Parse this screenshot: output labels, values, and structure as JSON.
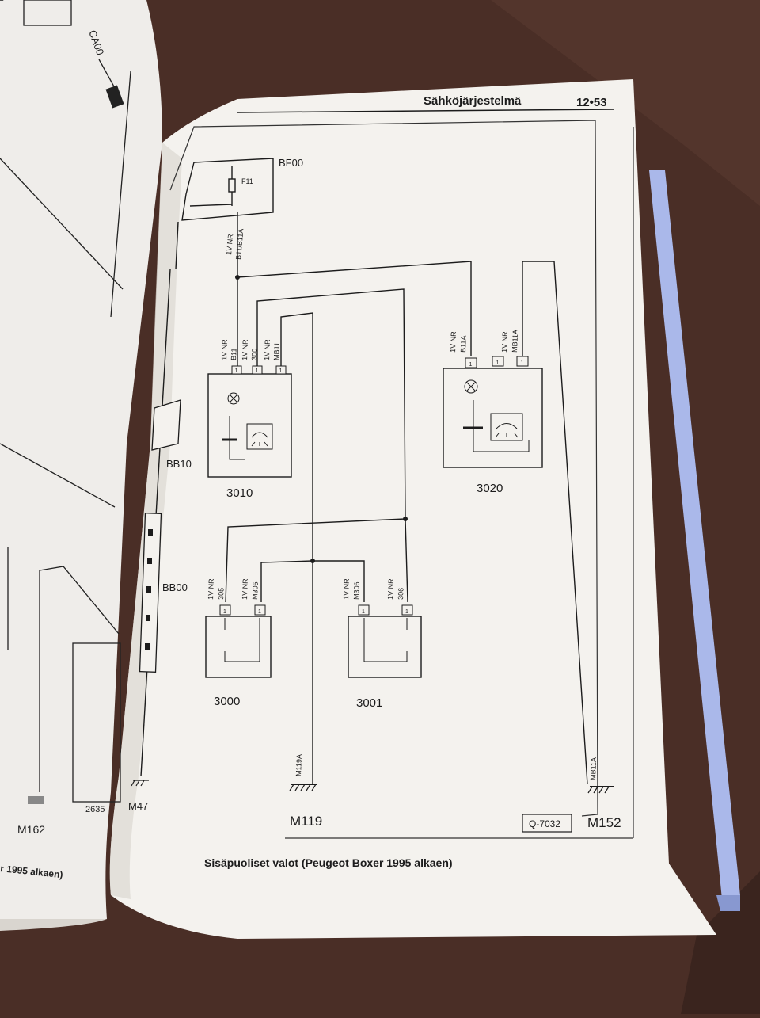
{
  "page": {
    "header_title": "Sähköjärjestelmä",
    "page_number": "12•53",
    "caption": "Sisäpuoliset valot (Peugeot Boxer 1995 alkaen)",
    "figure_ref": "Q-7032"
  },
  "components": {
    "fuse_box": "BF00",
    "fuse": "F11",
    "connector_bb10": "BB10",
    "connector_bb00": "BB00",
    "lamp_3010": "3010",
    "lamp_3020": "3020",
    "switch_3000": "3000",
    "switch_3001": "3001"
  },
  "grounds": {
    "m47": "M47",
    "m119": "M119",
    "m152": "M152",
    "m119a": "M119A",
    "mb11a": "MB11A"
  },
  "wires": {
    "fuse_out_a": "1V NR",
    "fuse_out_b": "B11/B11A",
    "lamp3010_w1a": "1V NR",
    "lamp3010_w1b": "B11",
    "lamp3010_w2a": "1V NR",
    "lamp3010_w2b": "300",
    "lamp3010_w3a": "1V NR",
    "lamp3010_w3b": "MB11",
    "lamp3020_w1a": "1V NR",
    "lamp3020_w1b": "B11A",
    "lamp3020_w2a": "1V NR",
    "lamp3020_w2b": "MB11A",
    "sw3000_w1a": "1V NR",
    "sw3000_w1b": "305",
    "sw3000_w2a": "1V NR",
    "sw3000_w2b": "M305",
    "sw3001_w1a": "1V NR",
    "sw3001_w1b": "M306",
    "sw3001_w2a": "1V NR",
    "sw3001_w2b": "306"
  },
  "pin": "1",
  "left_page": {
    "ca00": "CA00",
    "m162": "M162",
    "conn_2635": "2635",
    "caption_fragment": "r 1995 alkaen)"
  },
  "colors": {
    "paper": "#f4f2ee",
    "ink": "#1c1c1c",
    "table": "#4a2e26",
    "book_edge": "#aab8ea"
  }
}
